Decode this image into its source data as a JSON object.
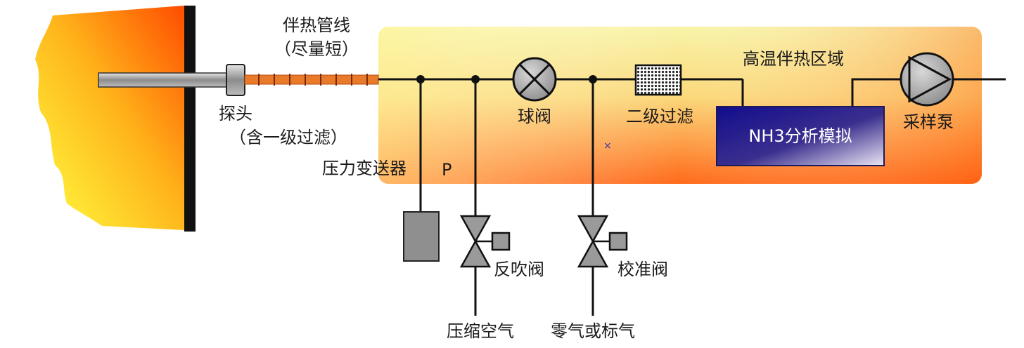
{
  "labels": {
    "heat_trace_line": "伴热管线",
    "heat_trace_note": "（尽量短）",
    "probe": "探头",
    "probe_note": "（含一级过滤）",
    "pressure_transmitter": "压力变送器",
    "pressure_symbol": "P",
    "ball_valve": "球阀",
    "secondary_filter": "二级过滤",
    "heated_zone": "高温伴热区域",
    "analyzer": "NH3分析模拟",
    "sample_pump": "采样泵",
    "blowback_valve": "反吹阀",
    "calibration_valve": "校准阀",
    "compressed_air": "压缩空气",
    "zero_span_gas": "零气或标气",
    "marker": "×"
  },
  "colors": {
    "zone_top": "#f8f4a8",
    "zone_bottom": "#ff6a1a",
    "analyzer_top": "#120c8c",
    "analyzer_bottom": "#ece6f4",
    "stack_hot": "#ff5a00",
    "stack_cool": "#ffff40",
    "heat_trace": "#e87a2a",
    "pipe": "#111111",
    "valve_gray": "#9a9a9a"
  }
}
